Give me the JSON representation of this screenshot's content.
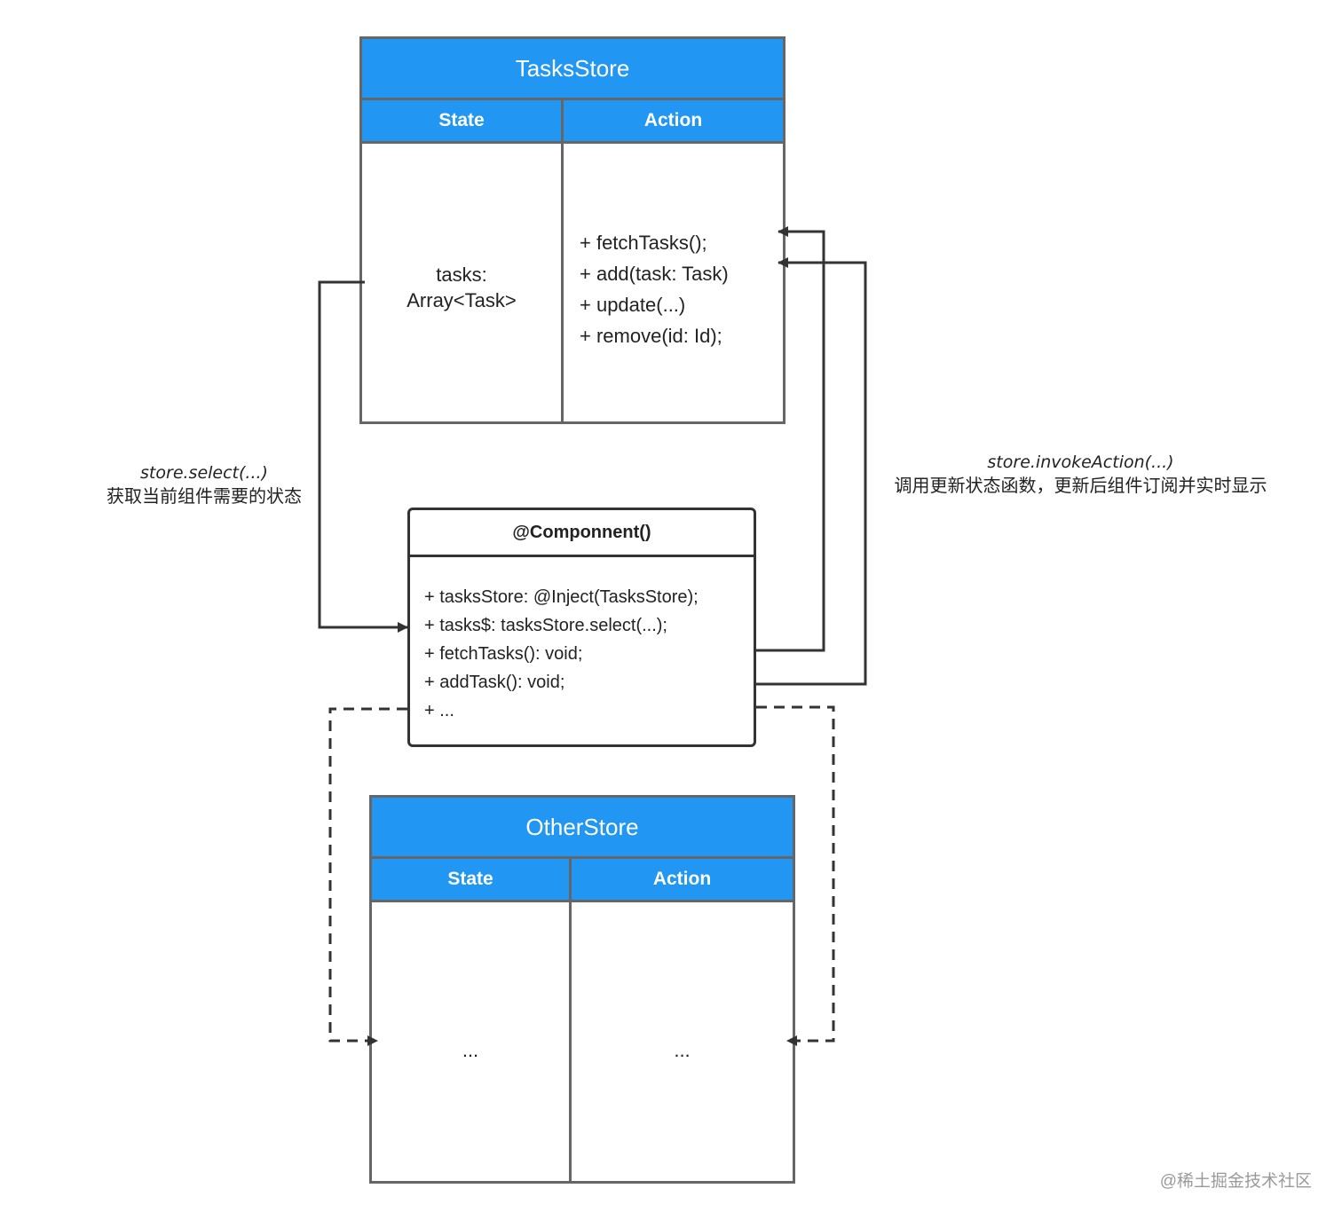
{
  "tasks_store": {
    "title": "TasksStore",
    "state_header": "State",
    "action_header": "Action",
    "state_lines": [
      "tasks:",
      "Array<Task>"
    ],
    "actions": [
      "+ fetchTasks();",
      "+ add(task: Task)",
      "+ update(...)",
      "+ remove(id: Id);"
    ]
  },
  "component": {
    "title": "@Componnent()",
    "members": [
      "+ tasksStore: @Inject(TasksStore);",
      "+ tasks$: tasksStore.select(...);",
      "+ fetchTasks(): void;",
      "+ addTask(): void;",
      "+ ..."
    ]
  },
  "other_store": {
    "title": "OtherStore",
    "state_header": "State",
    "action_header": "Action",
    "state_content": "...",
    "action_content": "..."
  },
  "annotations": {
    "select_code": "store.select(...)",
    "select_desc": "获取当前组件需要的状态",
    "invoke_code": "store.invokeAction(...)",
    "invoke_desc": "调用更新状态函数，更新后组件订阅并实时显示"
  },
  "watermark": "@稀土掘金技术社区",
  "colors": {
    "header_blue": "#2196f3",
    "border_gray": "#666666",
    "line_dark": "#333333",
    "watermark_gray": "#9a9a9a"
  }
}
